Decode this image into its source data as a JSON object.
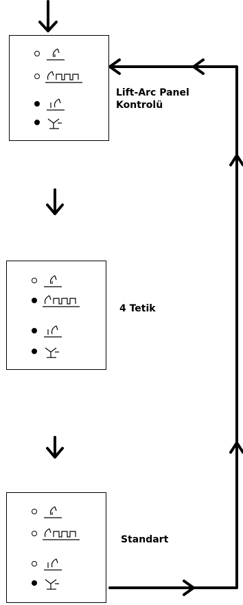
{
  "states": [
    {
      "label": "Lift-Arc Panel\nKontrolü",
      "indicators": [
        false,
        false,
        true,
        true
      ]
    },
    {
      "label": "4 Tetik",
      "indicators": [
        false,
        true,
        true,
        true
      ]
    },
    {
      "label": "Standart",
      "indicators": [
        false,
        false,
        false,
        true
      ]
    }
  ],
  "symbols": [
    "torch-lift-icon",
    "torch-pulse-icon",
    "torch-start-icon",
    "electrode-holder-icon"
  ],
  "colors": {
    "line": "#000000",
    "background": "#ffffff"
  }
}
